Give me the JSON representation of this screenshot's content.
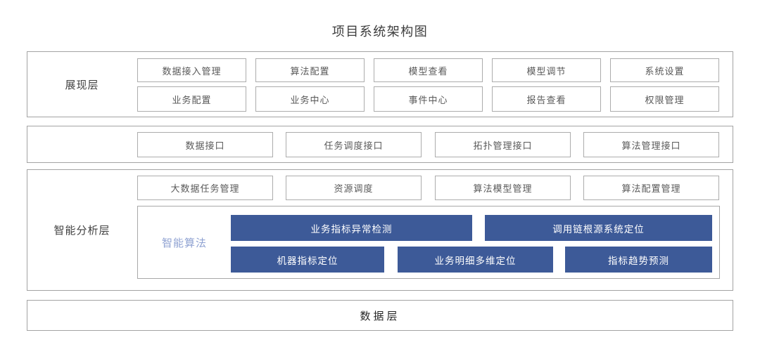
{
  "title": "项目系统架构图",
  "colors": {
    "accent_blue": "#3d5a98",
    "algo_label_blue": "#8fa2d2",
    "border_gray": "#a3a3a3"
  },
  "layers": {
    "presentation": {
      "label": "展现层",
      "row1": [
        "数据接入管理",
        "算法配置",
        "模型查看",
        "模型调节",
        "系统设置"
      ],
      "row2": [
        "业务配置",
        "业务中心",
        "事件中心",
        "报告查看",
        "权限管理"
      ]
    },
    "interface": {
      "items": [
        "数据接口",
        "任务调度接口",
        "拓扑管理接口",
        "算法管理接口"
      ]
    },
    "analysis": {
      "label": "智能分析层",
      "row1": [
        "大数据任务管理",
        "资源调度",
        "算法模型管理",
        "算法配置管理"
      ],
      "algo_group": {
        "label": "智能算法",
        "row1": [
          "业务指标异常检测",
          "调用链根源系统定位"
        ],
        "row2": [
          "机器指标定位",
          "业务明细多维定位",
          "指标趋势预测"
        ]
      }
    },
    "data": {
      "label": "数据层"
    }
  }
}
